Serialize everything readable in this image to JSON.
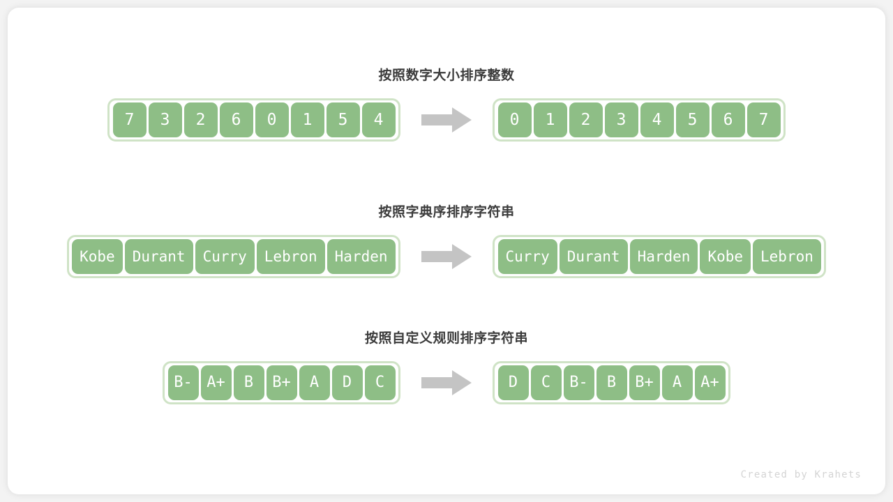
{
  "colors": {
    "page_background": "#f3f3f3",
    "card_background": "#ffffff",
    "cell_fill": "#8ebe86",
    "cell_border": "#cfe3c6",
    "cell_text": "#ffffff",
    "title_text": "#3b3b3b",
    "arrow_fill": "#c4c4c4",
    "footer_text": "#d4d4d4"
  },
  "sections": [
    {
      "title": "按照数字大小排序整数",
      "arrow_icon": "right-arrow-icon",
      "input": [
        "7",
        "3",
        "2",
        "6",
        "0",
        "1",
        "5",
        "4"
      ],
      "output": [
        "0",
        "1",
        "2",
        "3",
        "4",
        "5",
        "6",
        "7"
      ]
    },
    {
      "title": "按照字典序排序字符串",
      "arrow_icon": "right-arrow-icon",
      "input": [
        "Kobe",
        "Durant",
        "Curry",
        "Lebron",
        "Harden"
      ],
      "output": [
        "Curry",
        "Durant",
        "Harden",
        "Kobe",
        "Lebron"
      ]
    },
    {
      "title": "按照自定义规则排序字符串",
      "arrow_icon": "right-arrow-icon",
      "input": [
        "B-",
        "A+",
        "B",
        "B+",
        "A",
        "D",
        "C"
      ],
      "output": [
        "D",
        "C",
        "B-",
        "B",
        "B+",
        "A",
        "A+"
      ]
    }
  ],
  "footer": {
    "credit": "Created by Krahets"
  }
}
